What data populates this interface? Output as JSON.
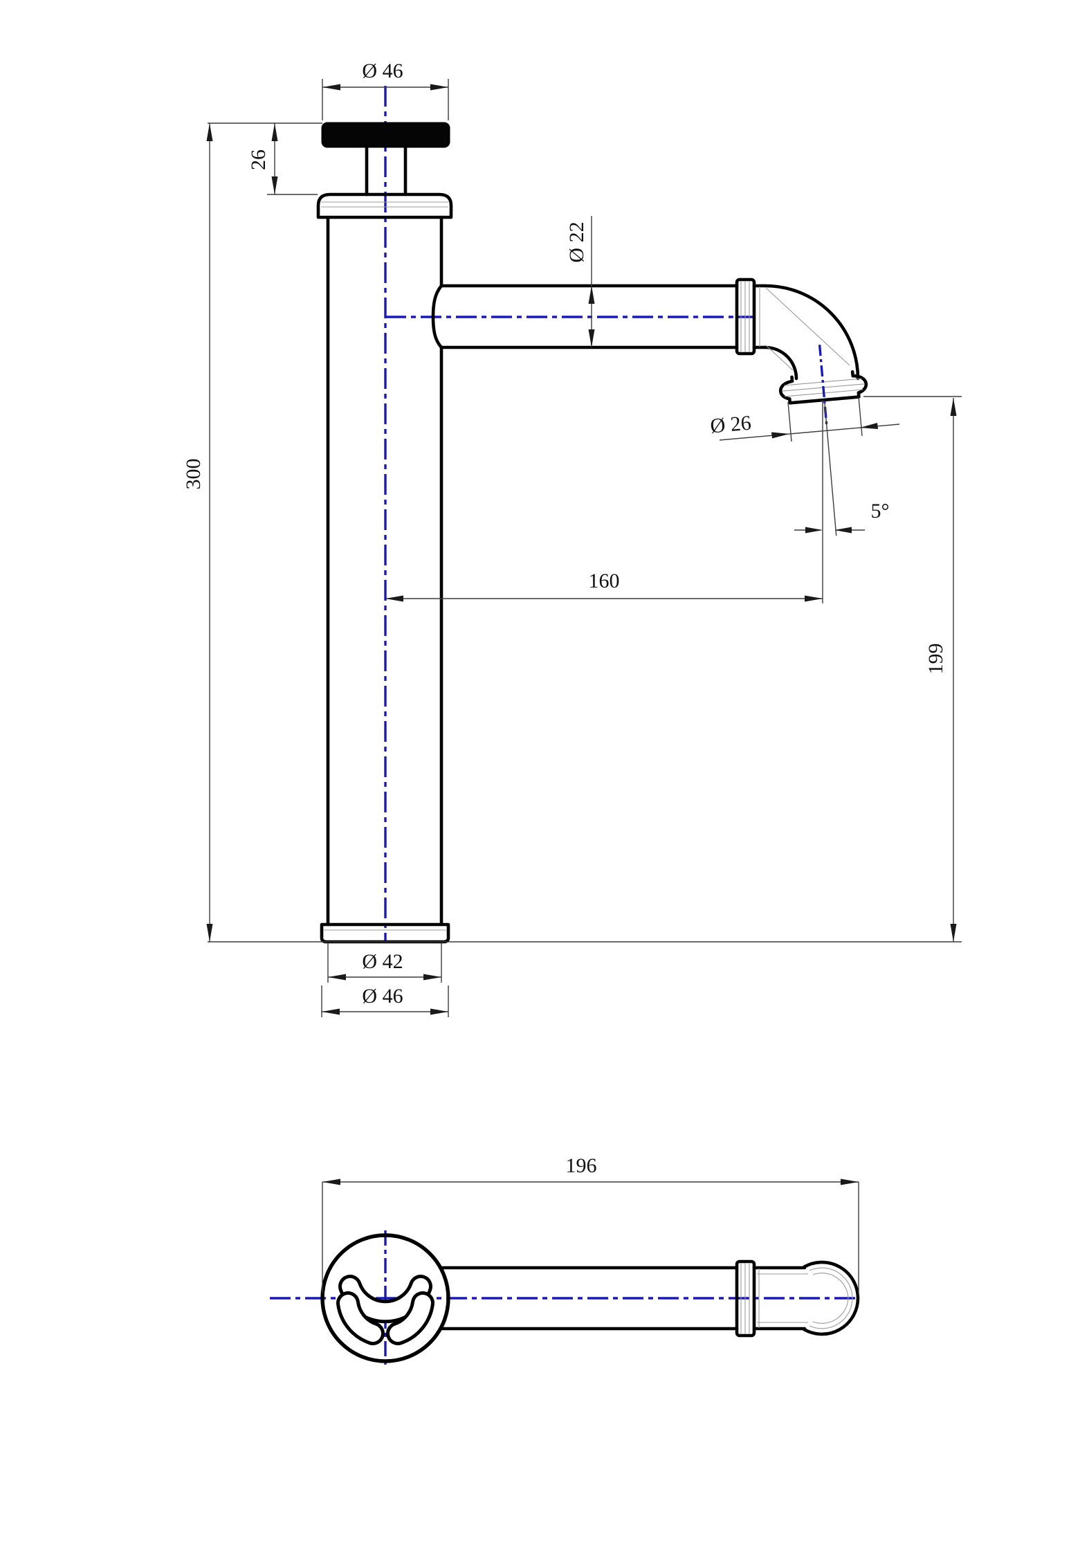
{
  "drawing": {
    "kind": "technical-dimension-drawing",
    "subject": "industrial-pipe-style tall basin tap (faucet), front elevation and plan view",
    "background": "#ffffff",
    "colors": {
      "outline": "#000000",
      "dimension_line": "#3c3c3c",
      "centerline_blue": "#1919b9",
      "knob_fill": "#050505"
    },
    "views": {
      "front": {
        "name": "front elevation"
      },
      "plan": {
        "name": "plan (top) view"
      }
    },
    "dims": {
      "knob_diameter": {
        "label": "Ø 46",
        "value": 46,
        "unit": "mm",
        "meaning": "handle knob diameter"
      },
      "knob_height": {
        "label": "26",
        "value": 26,
        "unit": "mm",
        "meaning": "knob top to body collar"
      },
      "spout_diameter": {
        "label": "Ø 22",
        "value": 22,
        "unit": "mm",
        "meaning": "horizontal spout tube diameter"
      },
      "outlet_diameter": {
        "label": "Ø 26",
        "value": 26,
        "unit": "mm",
        "meaning": "outlet coupling diameter"
      },
      "outlet_angle": {
        "label": "5°",
        "value": 5,
        "unit": "deg",
        "meaning": "outlet tilt from vertical"
      },
      "spout_reach": {
        "label": "160",
        "value": 160,
        "unit": "mm",
        "meaning": "body axis to outlet axis"
      },
      "overall_height": {
        "label": "300",
        "value": 300,
        "unit": "mm",
        "meaning": "overall height"
      },
      "outlet_height": {
        "label": "199",
        "value": 199,
        "unit": "mm",
        "meaning": "outlet to base plane"
      },
      "base_inner_diameter": {
        "label": "Ø 42",
        "value": 42,
        "unit": "mm",
        "meaning": "body tube diameter"
      },
      "base_outer_diameter": {
        "label": "Ø 46",
        "value": 46,
        "unit": "mm",
        "meaning": "base flange diameter"
      },
      "plan_overall_length": {
        "label": "196",
        "value": 196,
        "unit": "mm",
        "meaning": "overall length in plan"
      }
    }
  }
}
